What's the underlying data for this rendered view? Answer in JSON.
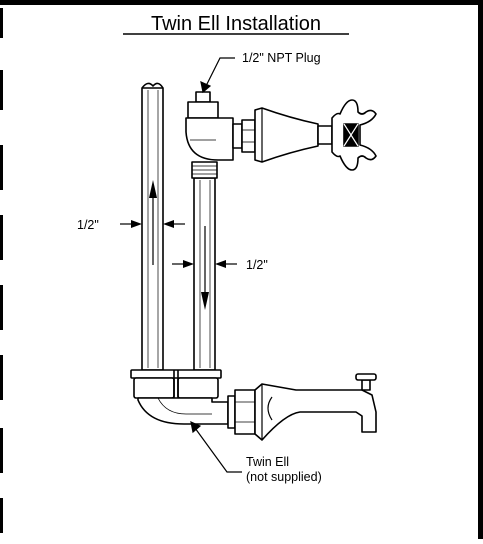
{
  "title": "Twin Ell Installation",
  "labels": {
    "npt_plug": "1/2\" NPT Plug",
    "left_pipe": "1/2\"",
    "right_pipe": "1/2\"",
    "twin_ell_line1": "Twin Ell",
    "twin_ell_line2": "(not supplied)"
  }
}
